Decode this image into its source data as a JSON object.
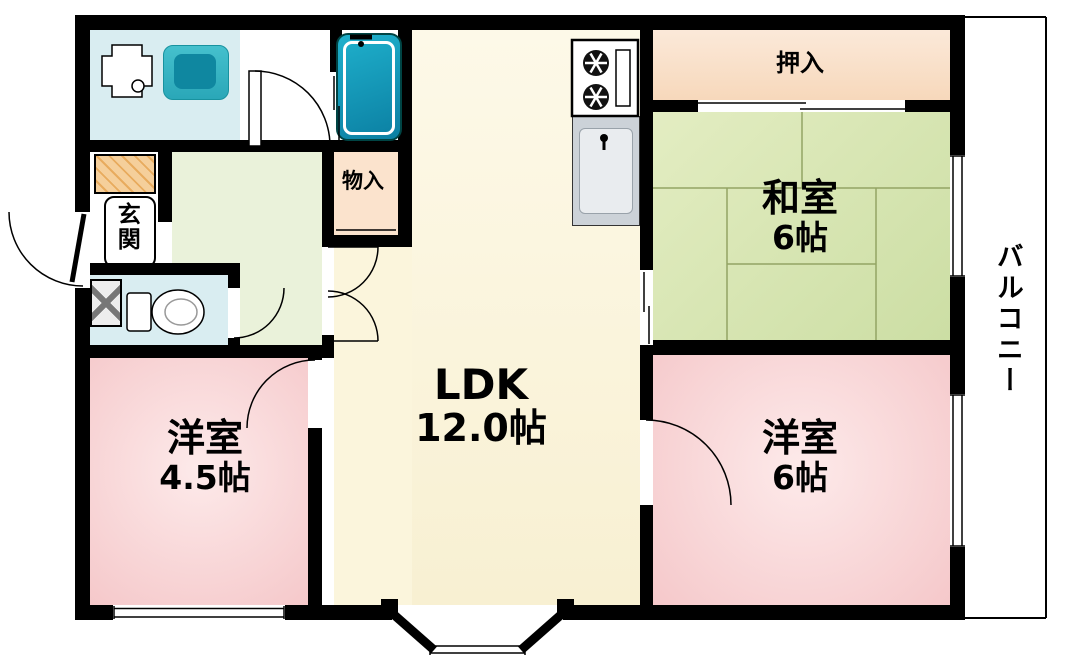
{
  "rooms": {
    "ldk": {
      "name": "LDK",
      "size": "12.0帖"
    },
    "washitsu": {
      "name": "和室",
      "size": "6帖"
    },
    "bedroom_right": {
      "name": "洋室",
      "size": "6帖"
    },
    "bedroom_left": {
      "name": "洋室",
      "size": "4.5帖"
    },
    "oshiire": {
      "name": "押入"
    },
    "storage": {
      "name": "物入"
    },
    "entrance": {
      "name": "玄関"
    },
    "balcony": {
      "name": "バルコニー"
    }
  },
  "fixtures": {
    "bathtub": "bathtub-icon",
    "toilet": "toilet-icon",
    "stove": "gas-stove-burners-icon",
    "kitchen_sink": "kitchen-sink-icon",
    "vanity": "vanity-sink-icon",
    "washer_pan": "washing-machine-pan-icon",
    "shoe_cabinet": "shoe-cabinet-icon",
    "toilet_window": "lattice-window-icon"
  },
  "colors": {
    "wall": "#000000",
    "tatami_room": "#d8e5b2",
    "western_room": "#f8d2d4",
    "ldk": "#fcf6dd",
    "closet": "#fbe4cb",
    "water_area": "#d9edf1",
    "hallway": "#eaf2da",
    "bathtub": "#0f8fb0",
    "counter": "#ccd2d8"
  }
}
